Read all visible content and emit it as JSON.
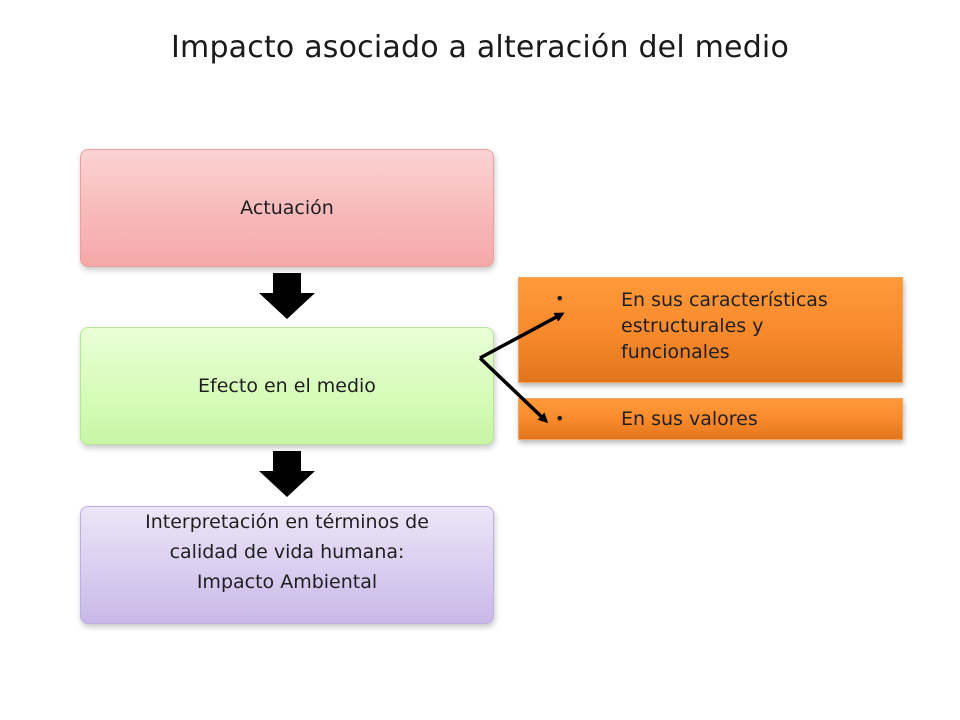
{
  "title": "Impacto asociado a alteración del medio",
  "flow": {
    "actuacion": "Actuación",
    "efecto": "Efecto en el medio",
    "impacto_lines": [
      "Interpretación en términos de",
      "calidad de vida humana:",
      "Impacto Ambiental"
    ]
  },
  "effects": [
    {
      "bullet": "•",
      "lines": [
        "En sus características",
        "estructurales y",
        "funcionales"
      ]
    },
    {
      "bullet": "•",
      "lines": [
        "En sus valores"
      ]
    }
  ],
  "colors": {
    "actuacion_fill": "#f8b9b9",
    "efecto_fill": "#d7fcbb",
    "impacto_fill": "#d9cdf0",
    "effect_fill": "#f7892b",
    "arrow": "#000000"
  }
}
